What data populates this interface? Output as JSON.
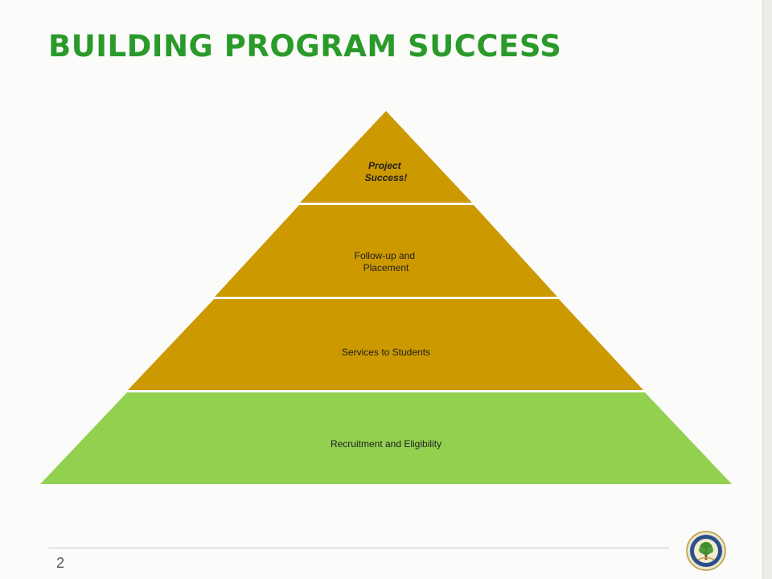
{
  "slide": {
    "title": "BUILDING PROGRAM SUCCESS",
    "page_number": "2"
  },
  "pyramid": {
    "levels": [
      {
        "label": "Project Success!",
        "color": "#cc9900",
        "text_style": "bold-italic"
      },
      {
        "label": "Follow-up and Placement",
        "color": "#cc9900",
        "text_style": "normal"
      },
      {
        "label": "Services to Students",
        "color": "#cc9900",
        "text_style": "normal"
      },
      {
        "label": "Recruitment and Eligibility",
        "color": "#92d050",
        "text_style": "normal"
      }
    ]
  },
  "footer": {
    "seal_icon": "department-seal-icon"
  },
  "colors": {
    "title": "#2a9a2a",
    "tier_gold": "#cc9900",
    "tier_green": "#92d050"
  }
}
